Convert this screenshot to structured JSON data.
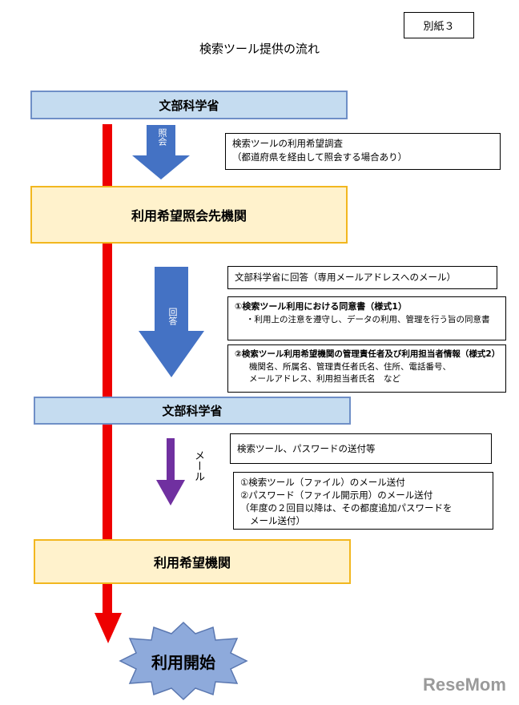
{
  "tag": "別紙３",
  "title": "検索ツール提供の流れ",
  "steps": {
    "mext1": "文部科学省",
    "inquiry_org": "利用希望照会先機関",
    "mext2": "文部科学省",
    "applicant_org": "利用希望機関",
    "start": "利用開始"
  },
  "arrows": {
    "inquiry": "照会",
    "answer": "回答",
    "mail": "メール"
  },
  "notes": {
    "survey": {
      "line1": "検索ツールの利用希望調査",
      "line2": "（都道府県を経由して照会する場合あり）"
    },
    "answer_to": "文部科学省に回答（専用メールアドレスへのメール）",
    "form1": {
      "title": "①検索ツール利用における同意書（様式1）",
      "detail": "・利用上の注意を遵守し、データの利用、管理を行う旨の同意書"
    },
    "form2": {
      "title": "②検索ツール利用希望機関の管理責任者及び利用担当者情報（様式2）",
      "line1": "機関名、所属名、管理責任者氏名、住所、電話番号、",
      "line2": "メールアドレス、利用担当者氏名　など"
    },
    "send": "検索ツール、パスワードの送付等",
    "send_detail": {
      "line1": "①検索ツール（ファイル）のメール送付",
      "line2": "②パスワード（ファイル開示用）のメール送付",
      "line3": "（年度の２回目以降は、その都度追加パスワードを",
      "line4": "メール送付）"
    }
  },
  "watermark": "ReseMom",
  "colors": {
    "red_flow": "#ee0000",
    "blue_arrow": "#4472c4",
    "purple_arrow": "#7030a0",
    "blue_box": "#c5dcf0",
    "yellow_box": "#fff2cc",
    "star": "#8eaadb"
  }
}
